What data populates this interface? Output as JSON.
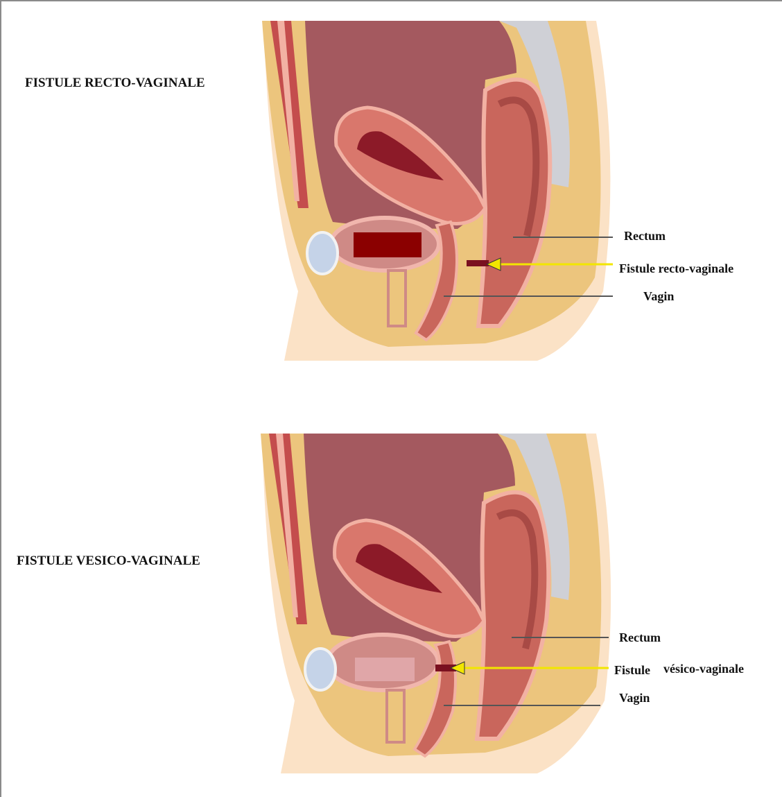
{
  "figure": {
    "top": {
      "title": "FISTULE RECTO-VAGINALE",
      "labels": {
        "rectum": "Rectum",
        "fistula": "Fistule recto-vaginale",
        "vagina": "Vagin"
      }
    },
    "bottom": {
      "title": "FISTULE VESICO-VAGINALE",
      "labels": {
        "rectum": "Rectum",
        "fistula_word": "Fistule",
        "fistula_type": "vésico-vaginale",
        "vagina": "Vagin"
      }
    }
  },
  "colors": {
    "fat": "#ecc57d",
    "skin": "#fbe2c6",
    "cavity": "#a4595f",
    "uterus": "#d9776c",
    "uterus_light": "#f2b1a3",
    "uterus_lumen": "#8c1a28",
    "rectum": "#c9665c",
    "rectum_dark": "#a84a45",
    "bladder": "#cf8a86",
    "bladder_rim": "#f1b6ad",
    "bone": "#cfd0d6",
    "pubis": "#c5d3e8",
    "arrow": "#f2e600",
    "fistula": "#7a1020",
    "leader": "#555555"
  }
}
